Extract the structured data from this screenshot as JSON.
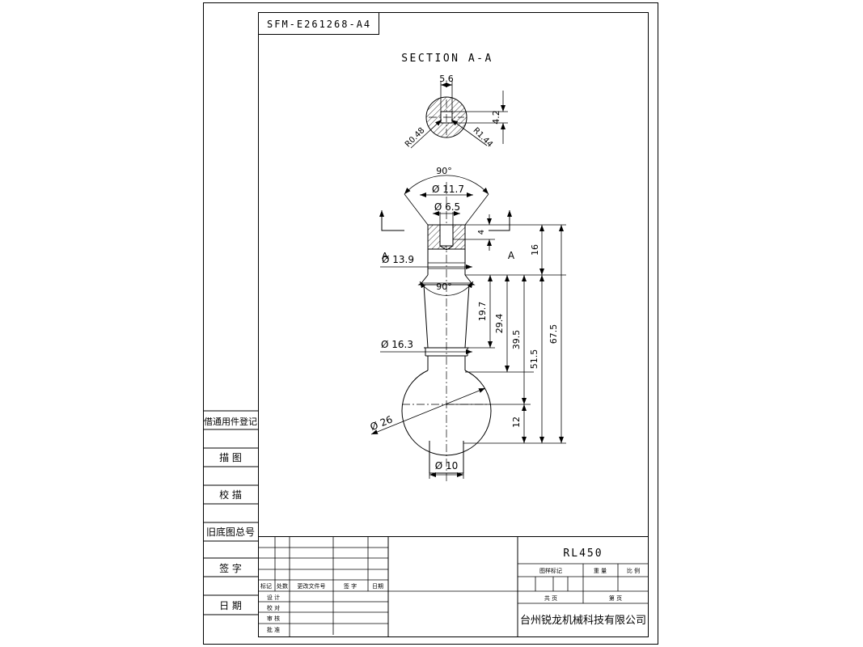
{
  "drawing_number": "SFM-E261268-A4",
  "section_title": "SECTION A-A",
  "section_dims": {
    "width": "5.6",
    "height": "4.2",
    "radius_left": "R0.48",
    "radius_right": "R1.44"
  },
  "main_dims": {
    "cone_angle_top": "90°",
    "dia_top": "Ø 11.7",
    "dia_hex": "Ø 6.5",
    "hex_depth": "4",
    "head_height": "16",
    "section_label": "A",
    "section_mark": "A",
    "dia_neck": "Ø 13.9",
    "cone_angle_neck": "90°",
    "len_19_7": "19.7",
    "len_29_4": "29.4",
    "len_39_5": "39.5",
    "len_51_5": "51.5",
    "len_67_5": "67.5",
    "dia_shank": "Ø 16.3",
    "dia_ball": "Ø 26",
    "len_12": "12",
    "dia_bottom": "Ø 10"
  },
  "left_column": {
    "reg_label": "借通用件登记",
    "tracer_label": "描  图",
    "check_label": "校  描",
    "old_base_label": "旧底图总号",
    "sign_label": "签  字",
    "date_label": "日  期"
  },
  "revision_table": {
    "headers": [
      "标记",
      "处数",
      "更改文件号",
      "签  字",
      "日期"
    ],
    "roles": [
      "设  计",
      "校  对",
      "审  核",
      "批  准"
    ]
  },
  "title_block": {
    "part_name": "RL450",
    "mark_label": "图样标记",
    "weight_label": "重  量",
    "scale_label": "比  例",
    "total_label": "共    页",
    "page_label": "第    页",
    "company": "台州锐龙机械科技有限公司"
  }
}
